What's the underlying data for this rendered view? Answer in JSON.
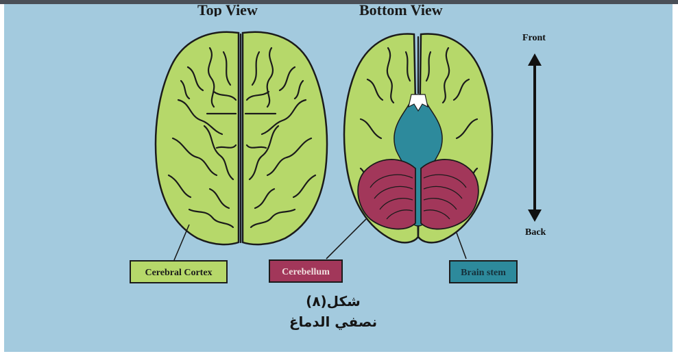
{
  "titles": {
    "top_view": "Top View",
    "bottom_view": "Bottom View"
  },
  "directions": {
    "front": "Front",
    "back": "Back"
  },
  "labels": {
    "cerebral_cortex": "Cerebral Cortex",
    "cerebellum": "Cerebellum",
    "brain_stem": "Brain stem"
  },
  "caption": {
    "line1": "شكل(٨)",
    "line2": "نصفي الدماغ"
  },
  "colors": {
    "background": "#a3cade",
    "cortex": "#b6d86a",
    "cerebellum": "#a2375a",
    "brain_stem": "#2d8a9c"
  }
}
